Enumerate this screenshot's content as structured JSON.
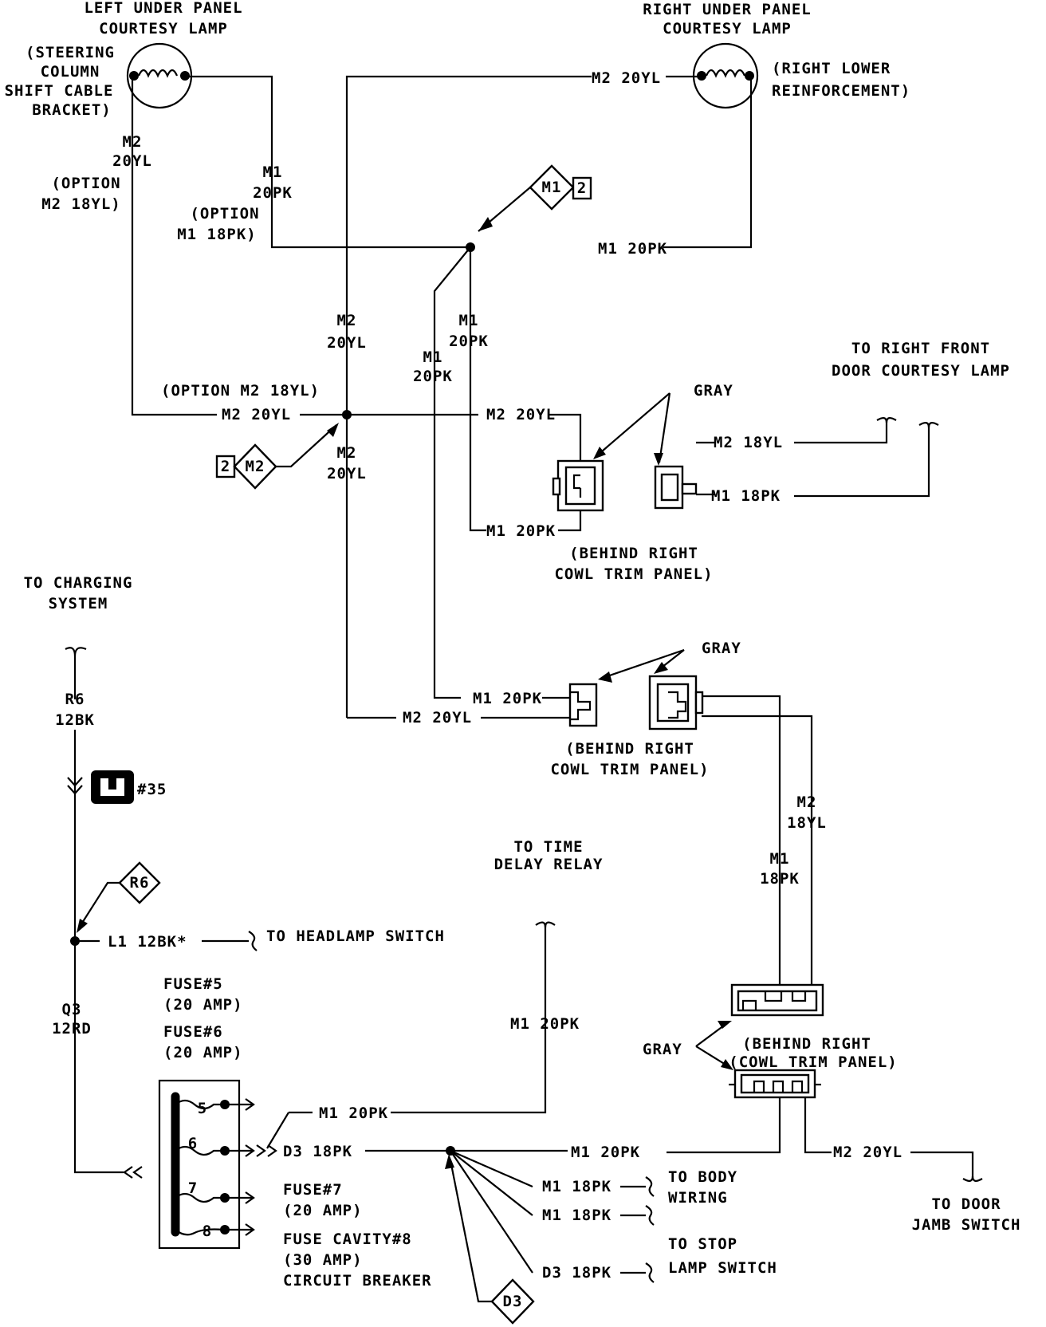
{
  "labels": {
    "left_lamp_title_1": "LEFT UNDER PANEL",
    "left_lamp_title_2": "COURTESY LAMP",
    "left_lamp_loc_1": "(STEERING",
    "left_lamp_loc_2": "COLUMN",
    "left_lamp_loc_3": "SHIFT CABLE",
    "left_lamp_loc_4": "BRACKET)",
    "right_lamp_title_1": "RIGHT UNDER PANEL",
    "right_lamp_title_2": "COURTESY LAMP",
    "right_lamp_loc_1": "(RIGHT LOWER",
    "right_lamp_loc_2": "REINFORCEMENT)",
    "w_m2_top": "M2 20YL",
    "w_m2_left_a": "M2",
    "w_m2_left_b": "20YL",
    "opt_m2_a": "(OPTION",
    "opt_m2_b": "M2 18YL)",
    "w_m1_left_a": "M1",
    "w_m1_left_b": "20PK",
    "opt_m1_a": "(OPTION",
    "opt_m1_b": "M1 18PK)",
    "splice_m1_id": "M1",
    "splice_m1_num": "2",
    "w_m1_mid": "M1 20PK",
    "w_m2_vert_a": "M2",
    "w_m2_vert_b": "20YL",
    "w_m1_vert_a": "M1",
    "w_m1_vert_b": "20PK",
    "w_m1_diag_a": "M1",
    "w_m1_diag_b": "20PK",
    "to_rf_door_1": "TO RIGHT FRONT",
    "to_rf_door_2": "DOOR COURTESY LAMP",
    "opt_m2_mid": "(OPTION M2 18YL)",
    "w_m2_h_left": "M2 20YL",
    "w_m2_h_right": "M2 20YL",
    "gray_1": "GRAY",
    "w_m2_18yl": "M2 18YL",
    "w_m1_18pk": "M1 18PK",
    "splice_m2_num": "2",
    "splice_m2_id": "M2",
    "w_m2_low_a": "M2",
    "w_m2_low_b": "20YL",
    "w_m1_conn1": "M1 20PK",
    "behind_cowl_1a": "(BEHIND RIGHT",
    "behind_cowl_1b": "COWL TRIM PANEL)",
    "to_charging_1": "TO CHARGING",
    "to_charging_2": "SYSTEM",
    "gray_2": "GRAY",
    "w_m1_conn2": "M1 20PK",
    "w_m2_conn2": "M2 20YL",
    "behind_cowl_2a": "(BEHIND RIGHT",
    "behind_cowl_2b": "COWL TRIM PANEL)",
    "w_r6_a": "R6",
    "w_r6_b": "12BK",
    "conn_35": "#35",
    "w_m2_18yl_v_a": "M2",
    "w_m2_18yl_v_b": "18YL",
    "w_m1_18pk_v_a": "M1",
    "w_m1_18pk_v_b": "18PK",
    "to_time_delay_1": "TO TIME",
    "to_time_delay_2": "DELAY RELAY",
    "splice_r6": "R6",
    "w_l1": "L1 12BK*",
    "to_headlamp": "TO HEADLAMP SWITCH",
    "w_q3_a": "Q3",
    "w_q3_b": "12RD",
    "fuse5_a": "FUSE#5",
    "fuse5_b": "(20 AMP)",
    "fuse6_a": "FUSE#6",
    "fuse6_b": "(20 AMP)",
    "w_m1_tdr": "M1 20PK",
    "behind_cowl_3a": "(BEHIND RIGHT",
    "behind_cowl_3b": "(COWL TRIM PANEL)",
    "gray_3": "GRAY",
    "w_m1_fuse": "M1 20PK",
    "fuse_num_5": "5",
    "fuse_num_6": "6",
    "fuse_num_7": "7",
    "fuse_num_8": "8",
    "w_d3_fuse": "D3 18PK",
    "w_m1_bottom": "M1 20PK",
    "w_m2_bottom": "M2 20YL",
    "w_m1_body_1": "M1 18PK",
    "w_m1_body_2": "M1 18PK",
    "to_body_1": "TO BODY",
    "to_body_2": "WIRING",
    "to_door_jamb_1": "TO DOOR",
    "to_door_jamb_2": "JAMB SWITCH",
    "fuse7_a": "FUSE#7",
    "fuse7_b": "(20 AMP)",
    "fuse8_a": "FUSE CAVITY#8",
    "fuse8_b": "(30 AMP)",
    "fuse8_c": "CIRCUIT BREAKER",
    "w_d3_stop": "D3 18PK",
    "to_stop_1": "TO STOP",
    "to_stop_2": "LAMP SWITCH",
    "splice_d3": "D3"
  }
}
